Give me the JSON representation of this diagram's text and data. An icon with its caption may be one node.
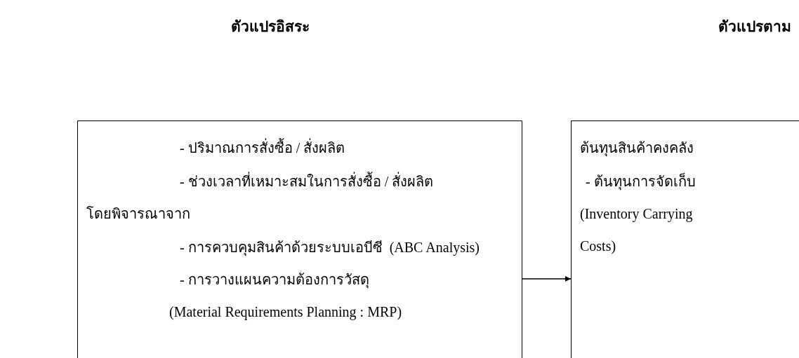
{
  "diagram": {
    "nodes": [
      {
        "text": [
          "- ปริมาณการสั่งซื้อ / สั่งผลิต",
          "- ช่วงเวลาที่เหมาะสมในการสั่งซื้อ / สั่งผลิต",
          "โดยพิจารณาจาก",
          "- การควบคุมสินค้าด้วยระบบเอบีซี  (ABC Analysis)",
          "- การวางแผนความต้องการวัสดุ",
          "(Material Requirements Planning : MRP)"
        ]
      },
      {
        "text": [
          "ต้นทุนสินค้าคงคลัง",
          "- ต้นทุนการจัดเก็บ",
          "(Inventory Carrying Costs)"
        ]
      }
    ],
    "edges": [
      {
        "from": 0,
        "to": 1,
        "arrow": "to"
      }
    ],
    "labels": [
      "ตัวแปรอิสระ",
      "ตัวแปรตาม"
    ]
  }
}
